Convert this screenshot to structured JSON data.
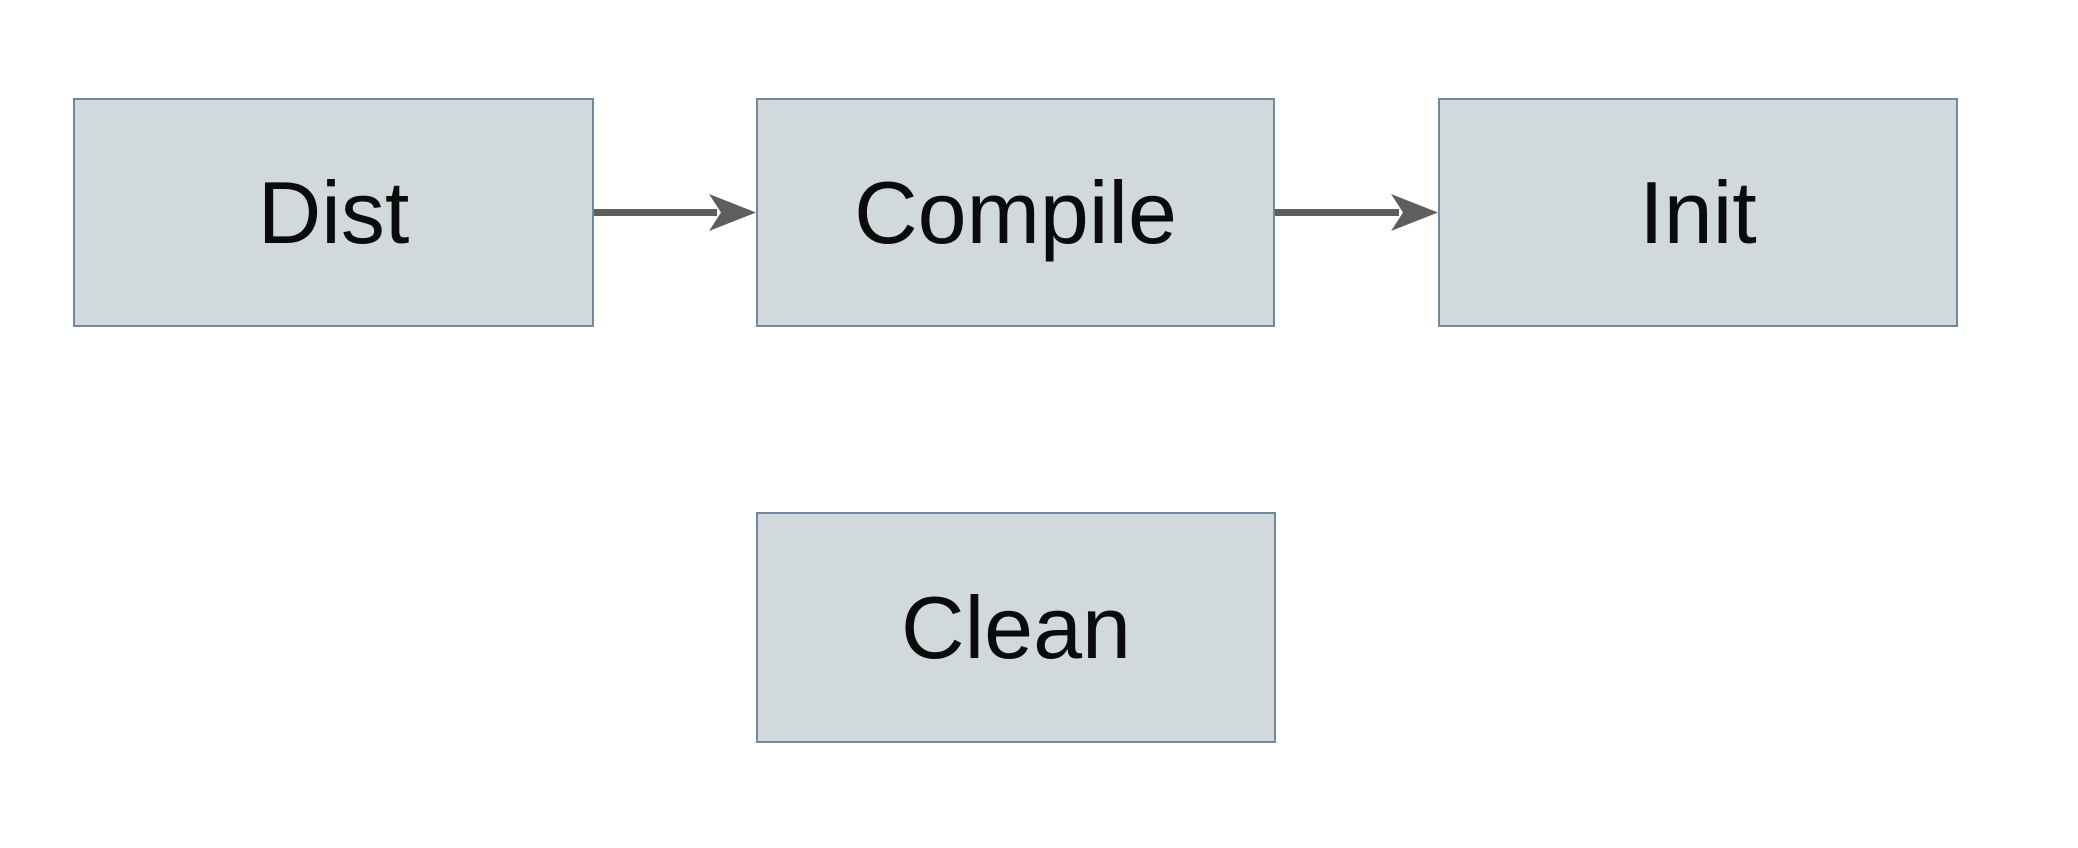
{
  "diagram": {
    "type": "flowchart",
    "nodes": [
      {
        "id": "dist",
        "label": "Dist"
      },
      {
        "id": "compile",
        "label": "Compile"
      },
      {
        "id": "init",
        "label": "Init"
      },
      {
        "id": "clean",
        "label": "Clean"
      }
    ],
    "edges": [
      {
        "from": "dist",
        "to": "compile",
        "style": "arrow"
      },
      {
        "from": "compile",
        "to": "init",
        "style": "arrow"
      }
    ],
    "colors": {
      "background": "#ffffff",
      "node_fill": "#d1d9dc",
      "node_border": "#73899b",
      "arrow": "#5e5e5e",
      "label_text": "#0b0b0b"
    }
  }
}
